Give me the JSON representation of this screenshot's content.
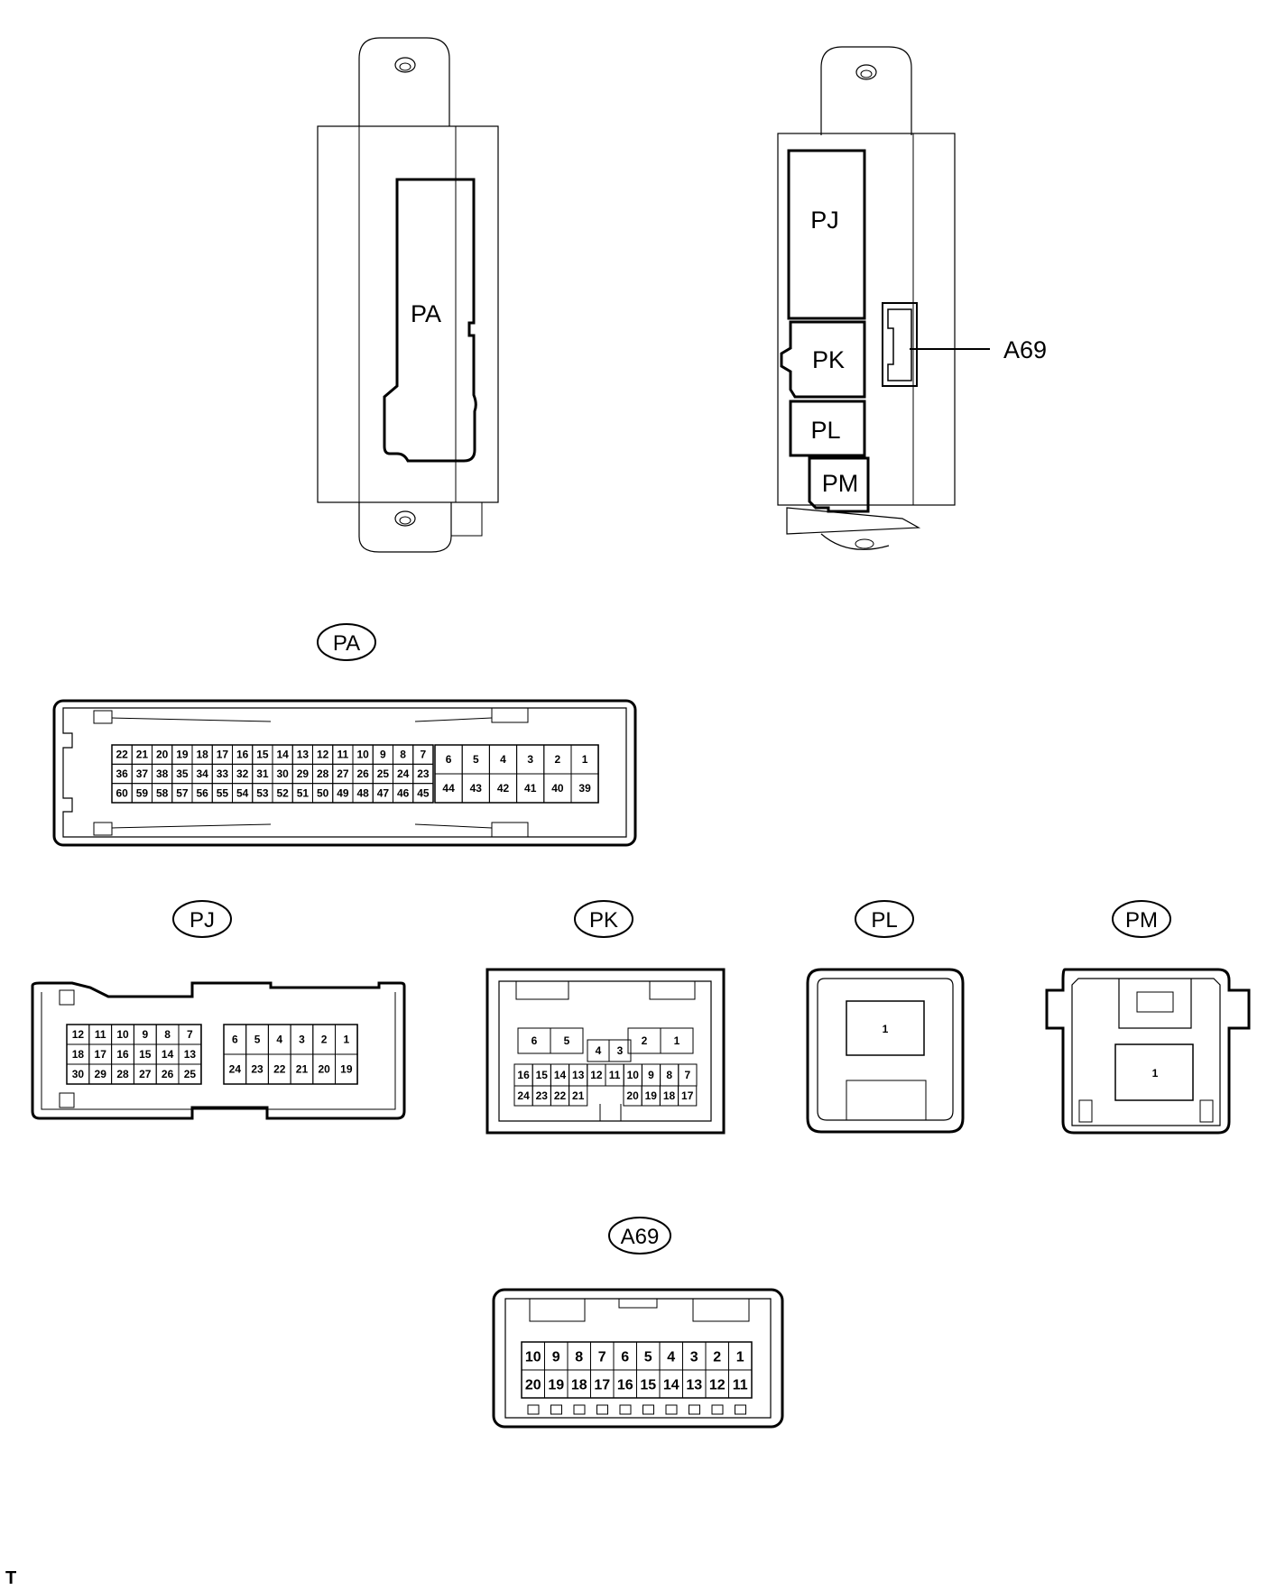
{
  "views": {
    "left_label": "PA",
    "right_labels": [
      "PJ",
      "PK",
      "PL",
      "PM"
    ],
    "callout": "A69"
  },
  "connectors": {
    "PA": {
      "label": "PA",
      "main": [
        [
          "22",
          "21",
          "20",
          "19",
          "18",
          "17",
          "16",
          "15",
          "14",
          "13",
          "12",
          "11",
          "10",
          "9",
          "8",
          "7"
        ],
        [
          "36",
          "37",
          "38",
          "35",
          "34",
          "33",
          "32",
          "31",
          "30",
          "29",
          "28",
          "27",
          "26",
          "25",
          "24",
          "23"
        ],
        [
          "60",
          "59",
          "58",
          "57",
          "56",
          "55",
          "54",
          "53",
          "52",
          "51",
          "50",
          "49",
          "48",
          "47",
          "46",
          "45"
        ]
      ],
      "side": [
        [
          "6",
          "5",
          "4",
          "3",
          "2",
          "1"
        ],
        [
          "44",
          "43",
          "42",
          "41",
          "40",
          "39"
        ]
      ]
    },
    "PJ": {
      "label": "PJ",
      "left": [
        [
          "12",
          "11",
          "10",
          "9",
          "8",
          "7"
        ],
        [
          "18",
          "17",
          "16",
          "15",
          "14",
          "13"
        ],
        [
          "30",
          "29",
          "28",
          "27",
          "26",
          "25"
        ]
      ],
      "right": [
        [
          "6",
          "5",
          "4",
          "3",
          "2",
          "1"
        ],
        [
          "24",
          "23",
          "22",
          "21",
          "20",
          "19"
        ]
      ]
    },
    "PK": {
      "label": "PK",
      "top_left": [
        "6",
        "5"
      ],
      "mid": [
        "4",
        "3"
      ],
      "top_right": [
        "2",
        "1"
      ],
      "row1": [
        "16",
        "15",
        "14",
        "13",
        "12",
        "11",
        "10",
        "9",
        "8",
        "7"
      ],
      "row2_left": [
        "24",
        "23",
        "22",
        "21"
      ],
      "row2_right": [
        "20",
        "19",
        "18",
        "17"
      ]
    },
    "PL": {
      "label": "PL",
      "pin": "1"
    },
    "PM": {
      "label": "PM",
      "pin": "1"
    },
    "A69": {
      "label": "A69",
      "row1": [
        "10",
        "9",
        "8",
        "7",
        "6",
        "5",
        "4",
        "3",
        "2",
        "1"
      ],
      "row2": [
        "20",
        "19",
        "18",
        "17",
        "16",
        "15",
        "14",
        "13",
        "12",
        "11"
      ]
    }
  },
  "footer": "T"
}
